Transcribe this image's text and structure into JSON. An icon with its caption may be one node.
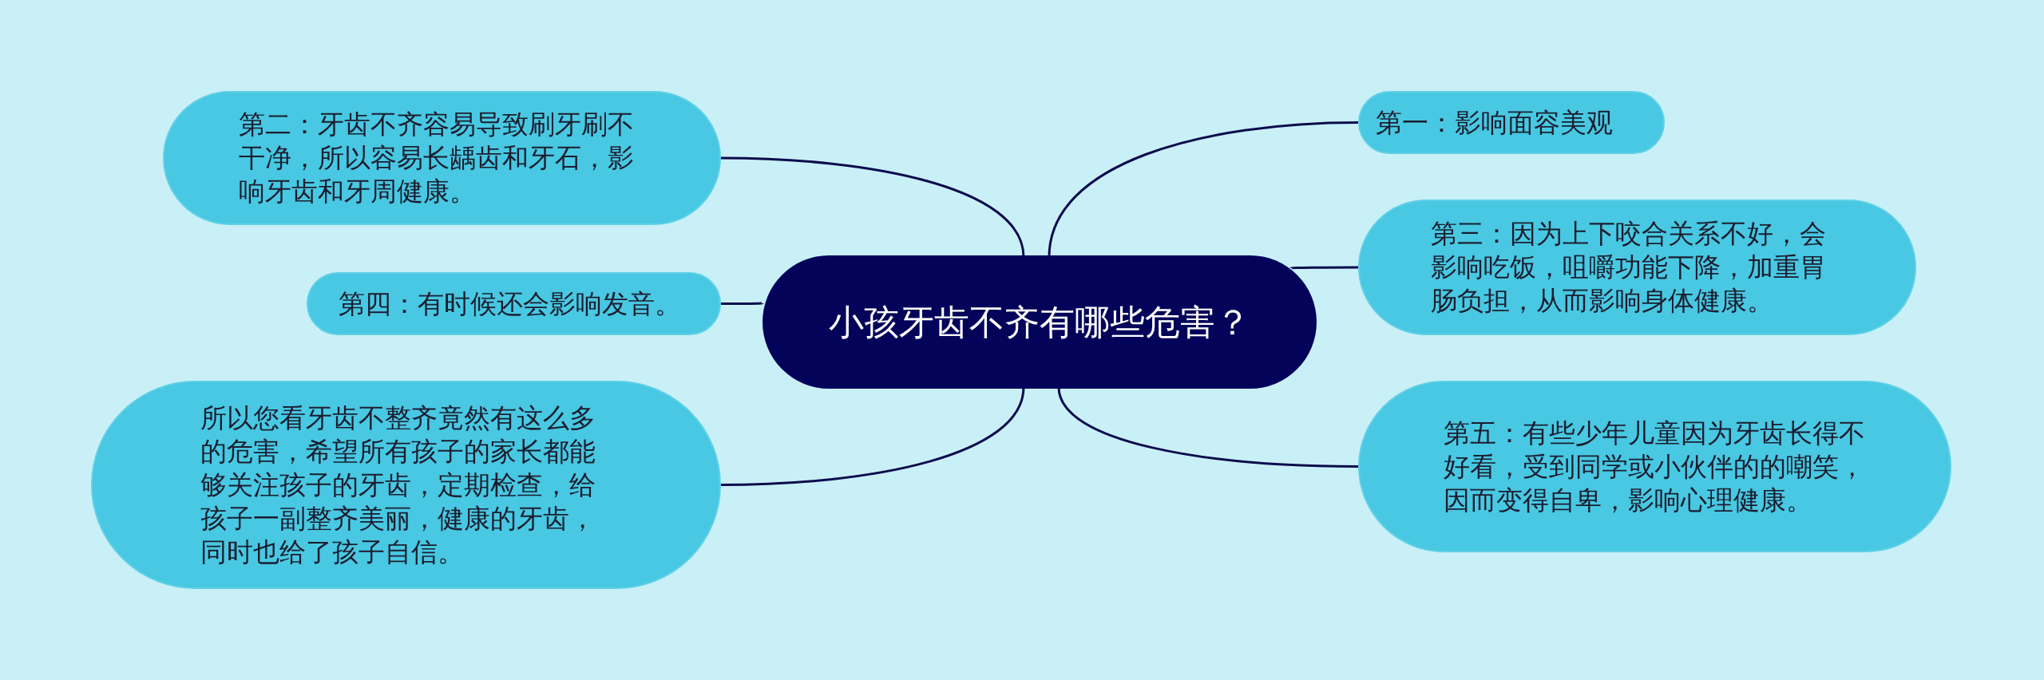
{
  "diagram": {
    "nodes": [
      {
        "text": [
          "小孩牙齿不齐有哪些危害？"
        ]
      },
      {
        "text": [
          "第二：牙齿不齐容易导致刷牙刷不干净，所以容易长龋齿和牙石，影响牙齿和牙周健康。"
        ]
      },
      {
        "text": [
          "第一：影响面容美观"
        ]
      },
      {
        "text": [
          "第三：因为上下咬合关系不好，会影响吃饭，咀嚼功能下降，加重胃肠负担，从而影响身体健康。"
        ]
      },
      {
        "text": [
          "第四：有时候还会影响发音。"
        ]
      },
      {
        "text": [
          "所以您看牙齿不整齐竟然有这么多的危害，希望所有孩子的家长都能够关注孩子的牙齿，定期检查，给孩子一副整齐美丽，健康的牙齿，同时也给了孩子自信。"
        ]
      },
      {
        "text": [
          "第五：有些少年儿童因为牙齿长得不好看，受到同学或小伙伴的的嘲笑，因而变得自卑，影响心理健康。"
        ]
      }
    ],
    "edges": [
      {
        "from": 0,
        "to": 1,
        "arrow": "none"
      },
      {
        "from": 0,
        "to": 2,
        "arrow": "none"
      },
      {
        "from": 0,
        "to": 3,
        "arrow": "none"
      },
      {
        "from": 0,
        "to": 4,
        "arrow": "none"
      },
      {
        "from": 0,
        "to": 5,
        "arrow": "none"
      },
      {
        "from": 0,
        "to": 6,
        "arrow": "none"
      }
    ]
  }
}
